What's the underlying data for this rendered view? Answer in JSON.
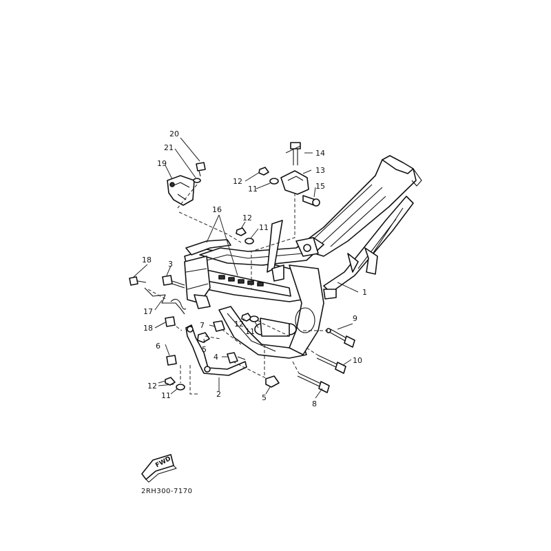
{
  "diagram": {
    "callouts": [
      {
        "id": "c1",
        "text": "1"
      },
      {
        "id": "c2",
        "text": "2"
      },
      {
        "id": "c3",
        "text": "3"
      },
      {
        "id": "c4",
        "text": "4"
      },
      {
        "id": "c5a",
        "text": "5"
      },
      {
        "id": "c5b",
        "text": "5"
      },
      {
        "id": "c6",
        "text": "6"
      },
      {
        "id": "c7",
        "text": "7"
      },
      {
        "id": "c8",
        "text": "8"
      },
      {
        "id": "c9",
        "text": "9"
      },
      {
        "id": "c10",
        "text": "10"
      },
      {
        "id": "c11a",
        "text": "11"
      },
      {
        "id": "c11b",
        "text": "11"
      },
      {
        "id": "c11c",
        "text": "11"
      },
      {
        "id": "c11d",
        "text": "11"
      },
      {
        "id": "c12a",
        "text": "12"
      },
      {
        "id": "c12b",
        "text": "12"
      },
      {
        "id": "c12c",
        "text": "12"
      },
      {
        "id": "c12d",
        "text": "12"
      },
      {
        "id": "c13",
        "text": "13"
      },
      {
        "id": "c14",
        "text": "14"
      },
      {
        "id": "c15",
        "text": "15"
      },
      {
        "id": "c16",
        "text": "16"
      },
      {
        "id": "c17",
        "text": "17"
      },
      {
        "id": "c18a",
        "text": "18"
      },
      {
        "id": "c18b",
        "text": "18"
      },
      {
        "id": "c19",
        "text": "19"
      },
      {
        "id": "c20",
        "text": "20"
      },
      {
        "id": "c21",
        "text": "21"
      }
    ],
    "fwd_label": "FWD",
    "drawing_code": "2RH300-7170"
  }
}
